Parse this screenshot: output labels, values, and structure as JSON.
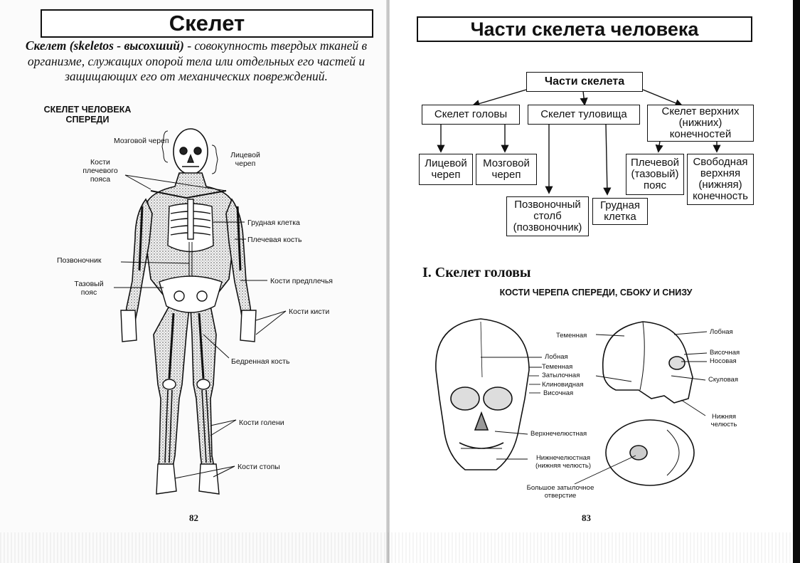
{
  "left": {
    "title": "Скелет",
    "definition_term": "Скелет (skeletos - высохший)",
    "definition_rest": " - совокупность твердых тканей в организме, служащих опорой тела или отдельных его частей и защищающих его от механических повреждений.",
    "figure_heading": "СКЕЛЕТ ЧЕЛОВЕКА СПЕРЕДИ",
    "labels": {
      "brain_skull": "Мозговой череп",
      "facial_skull": "Лицевой череп",
      "shoulder_girdle": "Кости плечевого пояса",
      "rib_cage": "Грудная клетка",
      "humerus": "Плечевая кость",
      "spine": "Позвоночник",
      "forearm": "Кости предплечья",
      "pelvis": "Тазовый пояс",
      "hand": "Кости кисти",
      "femur": "Бедренная кость",
      "shin": "Кости голени",
      "foot": "Кости стопы"
    },
    "page_number": "82"
  },
  "right": {
    "title": "Части скелета человека",
    "scheme": {
      "root": "Части скелета",
      "head": "Скелет головы",
      "trunk": "Скелет туловища",
      "limbs": "Скелет верхних (нижних) конечностей",
      "facial": "Лицевой череп",
      "brain": "Мозговой череп",
      "spine": "Позвоночный столб (позвоночник)",
      "chest": "Грудная клетка",
      "girdle": "Плечевой (тазовый) пояс",
      "free_limb": "Свободная верхняя (нижняя) конечность"
    },
    "section_title": "I. Скелет головы",
    "skull_heading": "КОСТИ ЧЕРЕПА СПЕРЕДИ, СБОКУ И СНИЗУ",
    "skull_labels": {
      "frontal_front": "Лобная",
      "parietal_front": "Теменная",
      "occipital_front": "Затылочная",
      "sphenoid_front": "Клиновидная",
      "temporal_front": "Височная",
      "maxilla": "Верхнечелюстная",
      "mandible": "Нижнечелюстная (нижняя челюсть)",
      "foramen": "Большое затылочное отверстие",
      "parietal_side": "Теменная",
      "frontal_side": "Лобная",
      "temporal_side": "Височная",
      "nasal_side": "Носовая",
      "zygomatic_side": "Скуловая",
      "mandible_side": "Нижняя челюсть"
    },
    "page_number": "83"
  }
}
